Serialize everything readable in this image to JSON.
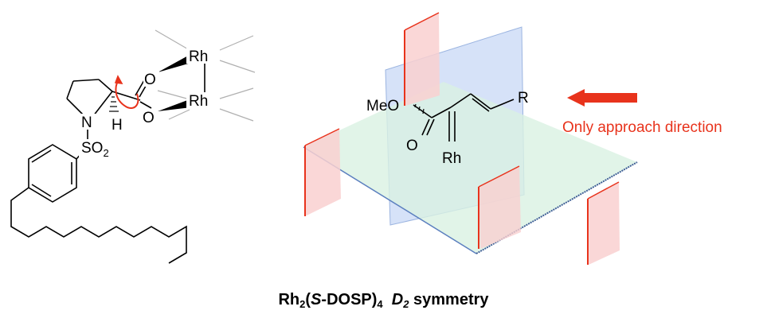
{
  "molecule": {
    "rh": "Rh",
    "o": "O",
    "n": "N",
    "h": "H",
    "so2_main": "SO",
    "so2_sub": "2"
  },
  "model": {
    "meo": "MeO",
    "o": "O",
    "r": "R",
    "rh": "Rh",
    "approach_label": "Only approach direction"
  },
  "caption": {
    "rh": "Rh",
    "rh_sub": "2",
    "open": "(",
    "s": "S",
    "dosp": "-DOSP)",
    "dosp_sub": "4",
    "d": "D",
    "d_sub": "2",
    "symmetry": " symmetry"
  },
  "colors": {
    "accent": "#e8331c",
    "blue_plane": "#c8d8f6",
    "green_plane": "#d9f1e2",
    "red_plane": "#f9d0d0"
  }
}
